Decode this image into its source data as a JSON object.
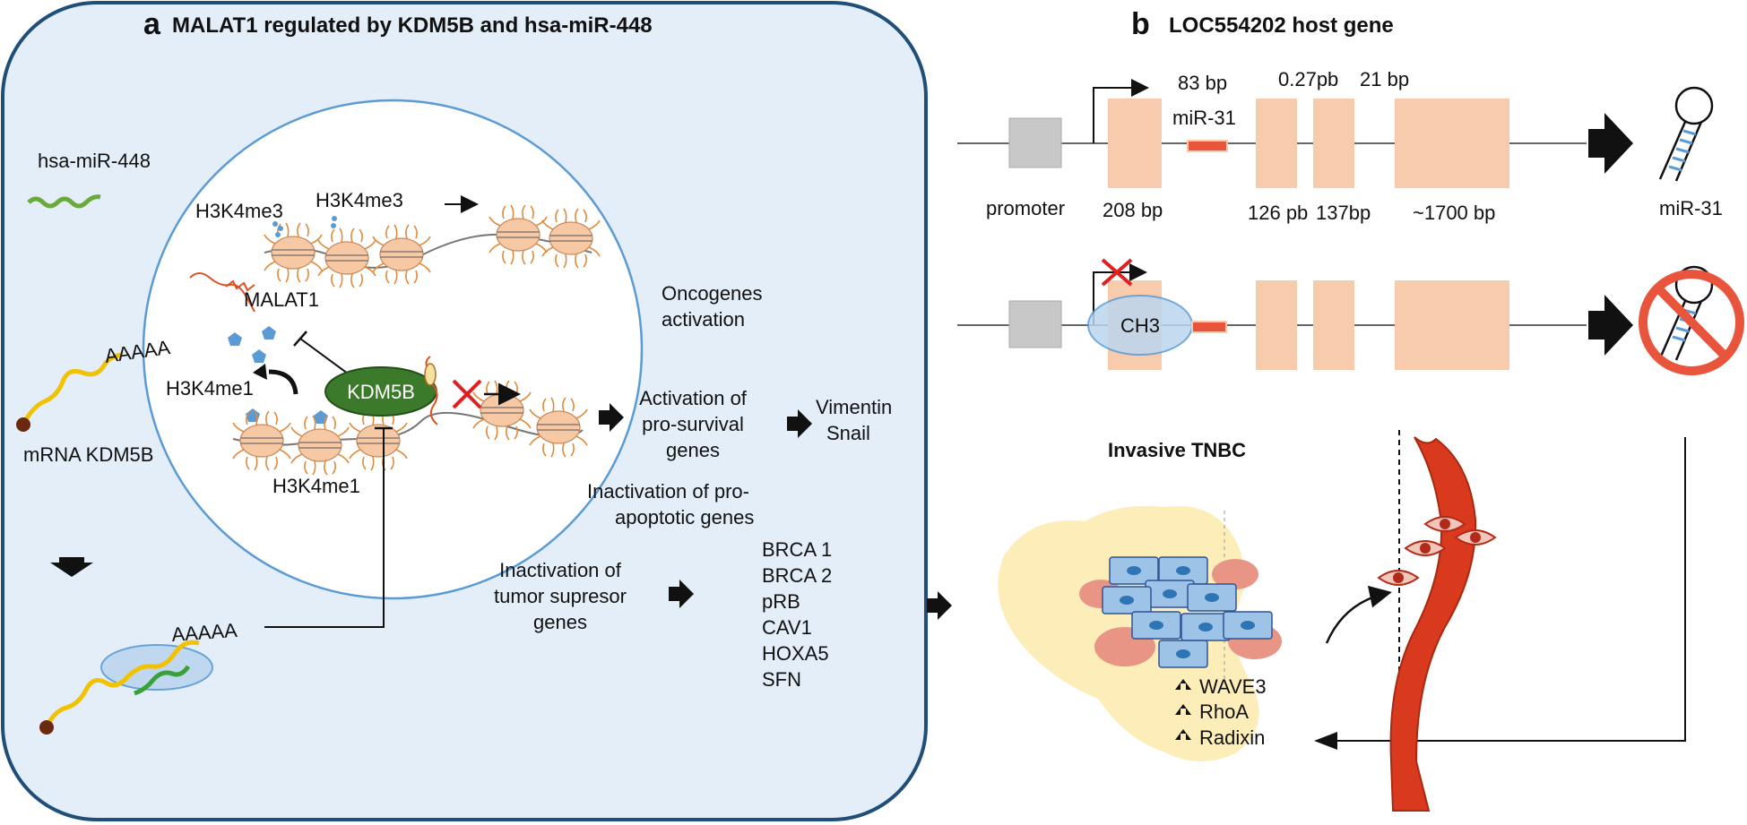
{
  "panel_a": {
    "letter": "a",
    "title": "MALAT1 regulated by KDM5B and hsa-miR-448",
    "mirna_label": "hsa-miR-448",
    "h3k4me3_left": "H3K4me3",
    "h3k4me3_right": "H3K4me3",
    "malat1_label": "MALAT1",
    "h3k4me1_top": "H3K4me1",
    "h3k4me1_bottom": "H3K4me1",
    "kdm5b_protein": "KDM5B",
    "polya_top": "AAAAA",
    "polya_bottom": "AAAAA",
    "mrna_label": "mRNA KDM5B",
    "oncogenes_1": "Oncogenes",
    "oncogenes_2": "activation",
    "prosurvival_1": "Activation of",
    "prosurvival_2": "pro-survival",
    "prosurvival_3": "genes",
    "vimentin": "Vimentin",
    "snail": "Snail",
    "proapoptotic_1": "Inactivation of pro-",
    "proapoptotic_2": "apoptotic genes",
    "tsg_1": "Inactivation of",
    "tsg_2": "tumor supresor",
    "tsg_3": "genes",
    "tsg_list": [
      "BRCA 1",
      "BRCA 2",
      "pRB",
      "CAV1",
      "HOXA5",
      "SFN"
    ]
  },
  "panel_b": {
    "letter": "b",
    "title": "LOC554202 host gene",
    "bp_83": "83 bp",
    "mir31_top": "miR-31",
    "pb_027": "0.27pb",
    "bp_21": "21 bp",
    "promoter": "promoter",
    "bp_208": "208 bp",
    "pb_126": "126 pb",
    "bp_137": "137bp",
    "bp_1700": "~1700 bp",
    "mir31_product": "miR-31",
    "ch3": "CH3",
    "invasive": "Invasive TNBC",
    "upregulated": [
      "WAVE3",
      "RhoA",
      "Radixin"
    ]
  },
  "colors": {
    "panel_fill": "#e3eef9",
    "panel_border": "#1f4e79",
    "nucleus_border": "#5b9bd5",
    "exon": "#f8cbad",
    "mir_segment": "#e8553c",
    "kdm5b": "#3a7a2a",
    "inhibit_x": "#e02020",
    "vessel": "#d93a1e",
    "tumor_bg": "#fde9a8",
    "cell": "#9dc3e6",
    "nucleus_dot": "#2e75b6"
  }
}
